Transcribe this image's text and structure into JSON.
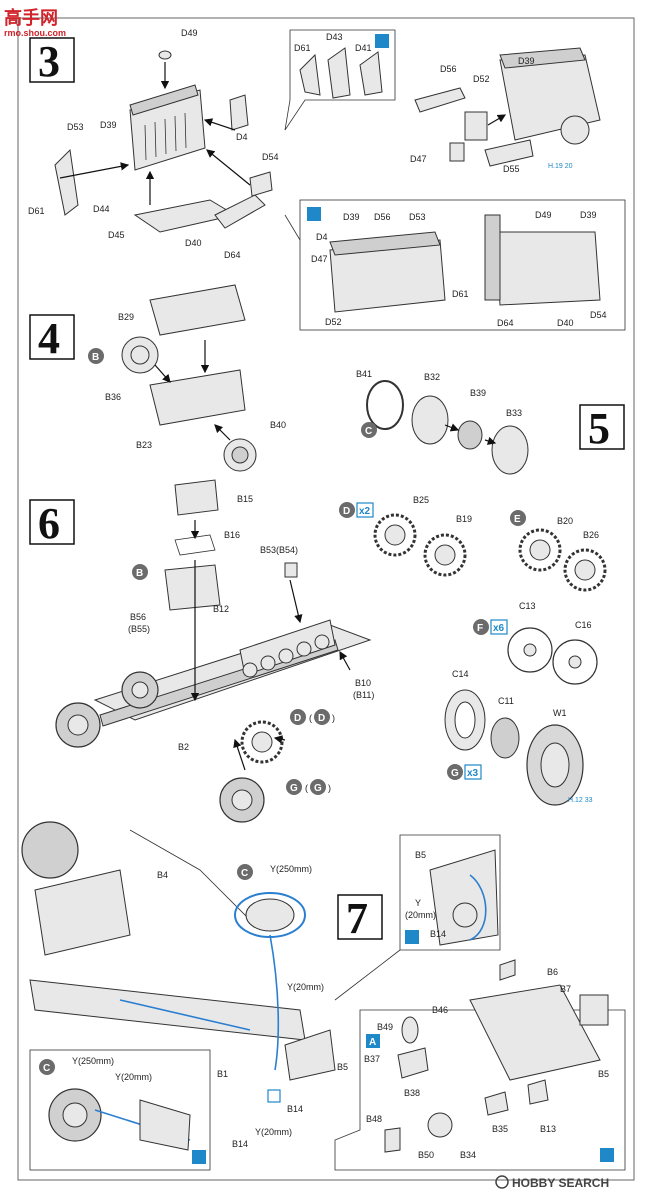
{
  "watermark": {
    "site_top": "高手网",
    "site_bottom": "rmo.shou.com"
  },
  "steps": {
    "s3": "3",
    "s4": "4",
    "s5": "5",
    "s6": "6",
    "s7": "7"
  },
  "step3": {
    "labels": [
      "D49",
      "D39",
      "D4",
      "D53",
      "D54",
      "D61",
      "D44",
      "D45",
      "D40",
      "D64"
    ],
    "callout_top": [
      "D43",
      "D61",
      "D41"
    ],
    "engine_group": [
      "D56",
      "D52",
      "D39",
      "D47",
      "D55"
    ],
    "engine_ref": "H.19 20",
    "detail_left": [
      "D39",
      "D56",
      "D53",
      "D4",
      "D47",
      "D61",
      "D52"
    ],
    "detail_right": [
      "D49",
      "D39",
      "D64",
      "D40",
      "D54"
    ]
  },
  "step4": {
    "labels": [
      "B29",
      "B36",
      "B23",
      "B40"
    ],
    "sprue": "B"
  },
  "step5": {
    "labels": [
      "B41",
      "B32",
      "B39",
      "B33"
    ],
    "sprue": "C"
  },
  "wheels": {
    "d_group": {
      "sprue": "D",
      "qty": "x2",
      "labels": [
        "B25",
        "B19"
      ]
    },
    "e_group": {
      "sprue": "E",
      "labels": [
        "B20",
        "B26"
      ]
    },
    "f_group": {
      "sprue": "F",
      "qty": "x6",
      "labels": [
        "C13",
        "C16"
      ]
    },
    "g_group": {
      "sprue": "G",
      "qty": "x3",
      "labels": [
        "C14",
        "C11",
        "W1"
      ],
      "ref": "H.12 33"
    }
  },
  "step6": {
    "labels": [
      "B15",
      "B16",
      "B53(B54)",
      "B12",
      "B56",
      "(B55)",
      "B10",
      "(B11)",
      "B2"
    ],
    "sprue_b": "B",
    "d_pair": {
      "a": "D",
      "b": "D"
    },
    "g_pair": {
      "a": "G",
      "b": "G"
    }
  },
  "step7": {
    "labels": [
      "B4",
      "Y(250mm)",
      "Y(20mm)",
      "B1",
      "B5",
      "B14",
      "B14",
      "Y(20mm)"
    ],
    "inset_top": [
      "B5",
      "Y",
      "(20mm)",
      "B14"
    ],
    "inset_bottom": [
      "Y(250mm)",
      "Y(20mm)"
    ],
    "sprue_c": "C",
    "detail_right": [
      "B6",
      "B7",
      "B46",
      "B49",
      "A",
      "B37",
      "B38",
      "B48",
      "B50",
      "B34",
      "B35",
      "B13",
      "B5"
    ],
    "sprue_c2": "C"
  },
  "footer": {
    "brand": "HOBBY SEARCH"
  },
  "colors": {
    "accent_blue": "#2b7fd0",
    "badge_blue": "#1e88c8",
    "sprue_grey": "#6b6b6b"
  }
}
